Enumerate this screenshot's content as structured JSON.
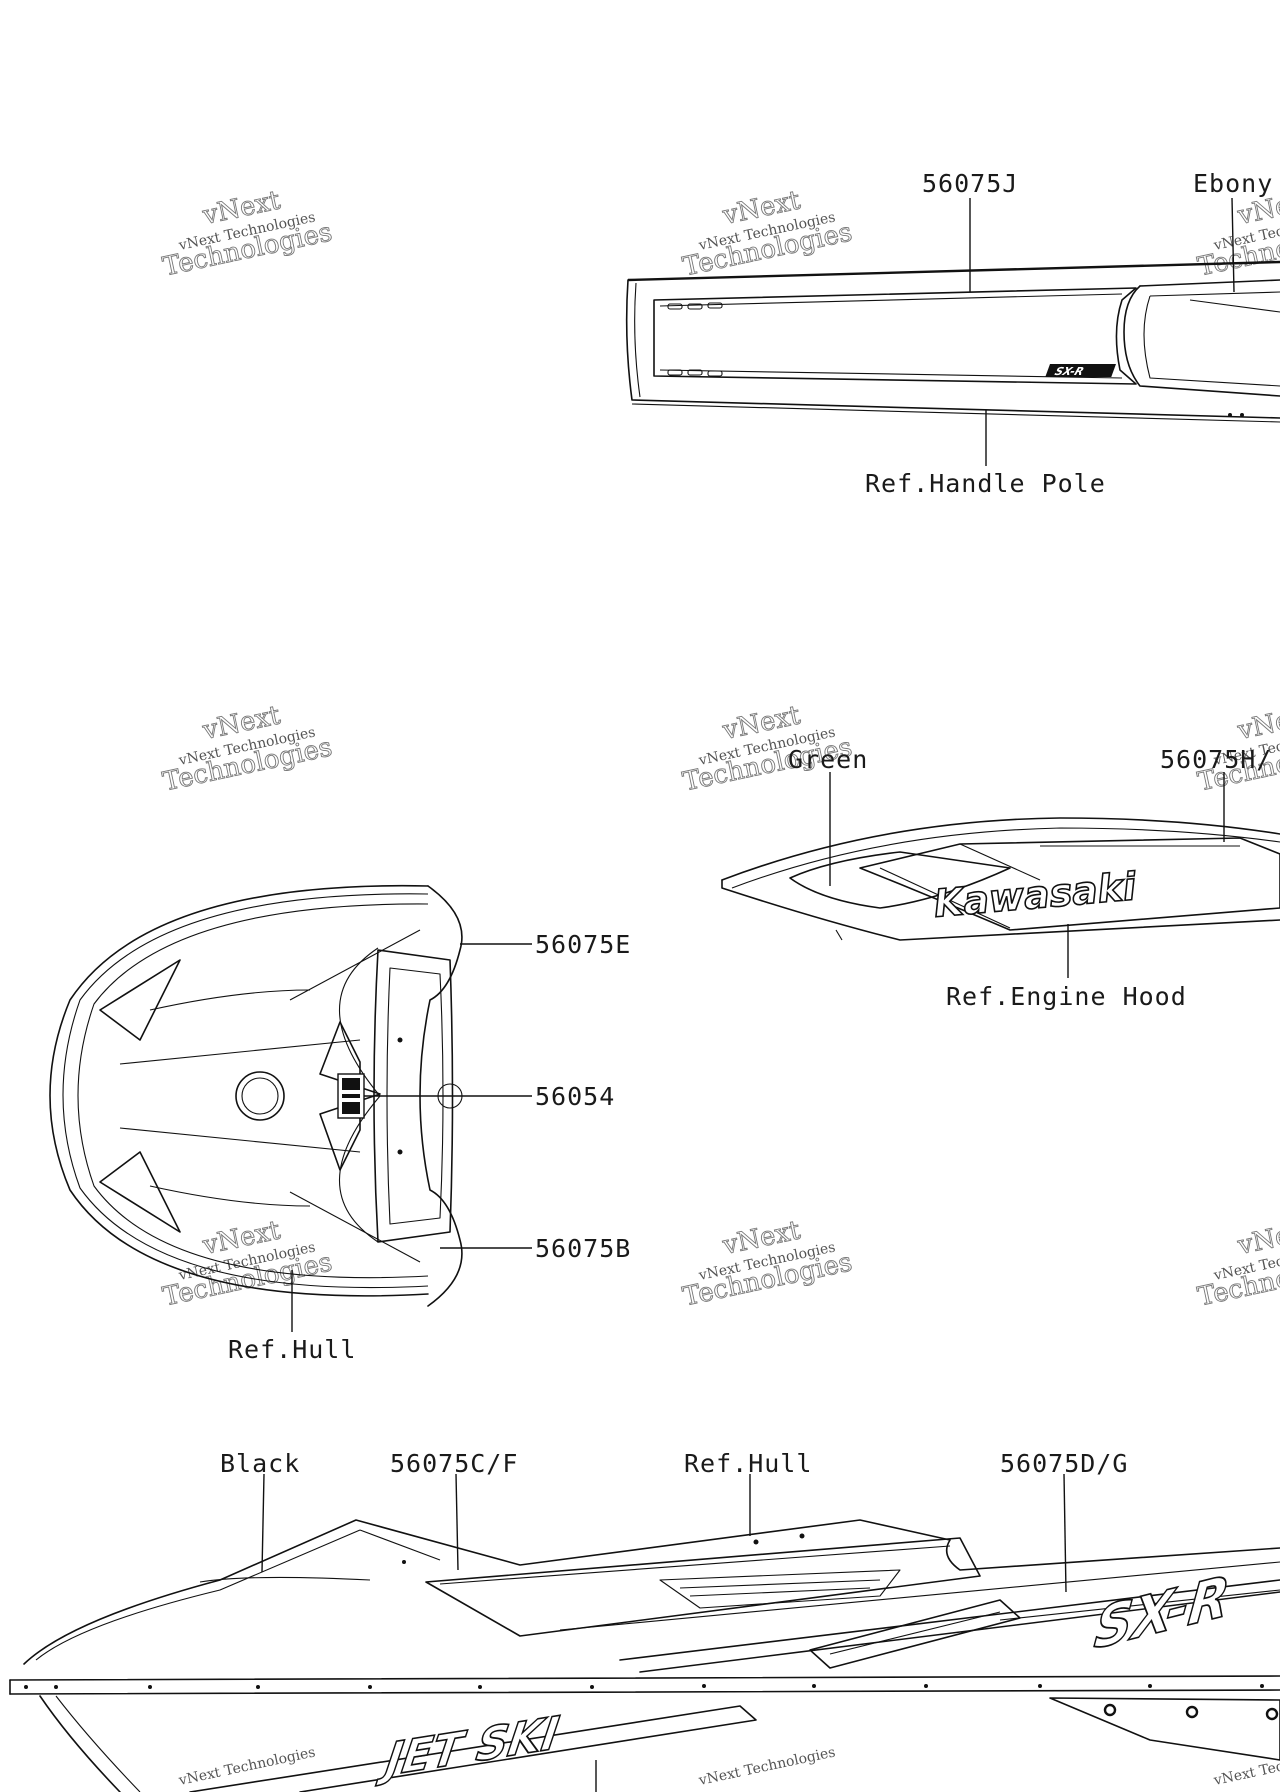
{
  "callouts": {
    "c_56075j": "56075J",
    "c_ebony": "Ebony",
    "c_handle_pole": "Ref.Handle Pole",
    "c_green": "Green",
    "c_56075h": "56075H/",
    "c_engine_hood": "Ref.Engine Hood",
    "c_56075e": "56075E",
    "c_56054": "56054",
    "c_56075b": "56075B",
    "c_hull_top": "Ref.Hull",
    "c_black": "Black",
    "c_56075cf": "56075C/F",
    "c_hull_side": "Ref.Hull",
    "c_56075dg": "56075D/G"
  },
  "decal_text": {
    "kawasaki": "Kawasaki",
    "sxr_small": "SX-R",
    "sxr_large": "SX-R",
    "jetski": "JET SKI"
  },
  "watermark": {
    "line_a": "vNext Technologies",
    "line_b": "vNext",
    "line_c": "Technologies"
  },
  "colors": {
    "line": "#111111",
    "background": "#ffffff",
    "watermark": "#777777"
  }
}
